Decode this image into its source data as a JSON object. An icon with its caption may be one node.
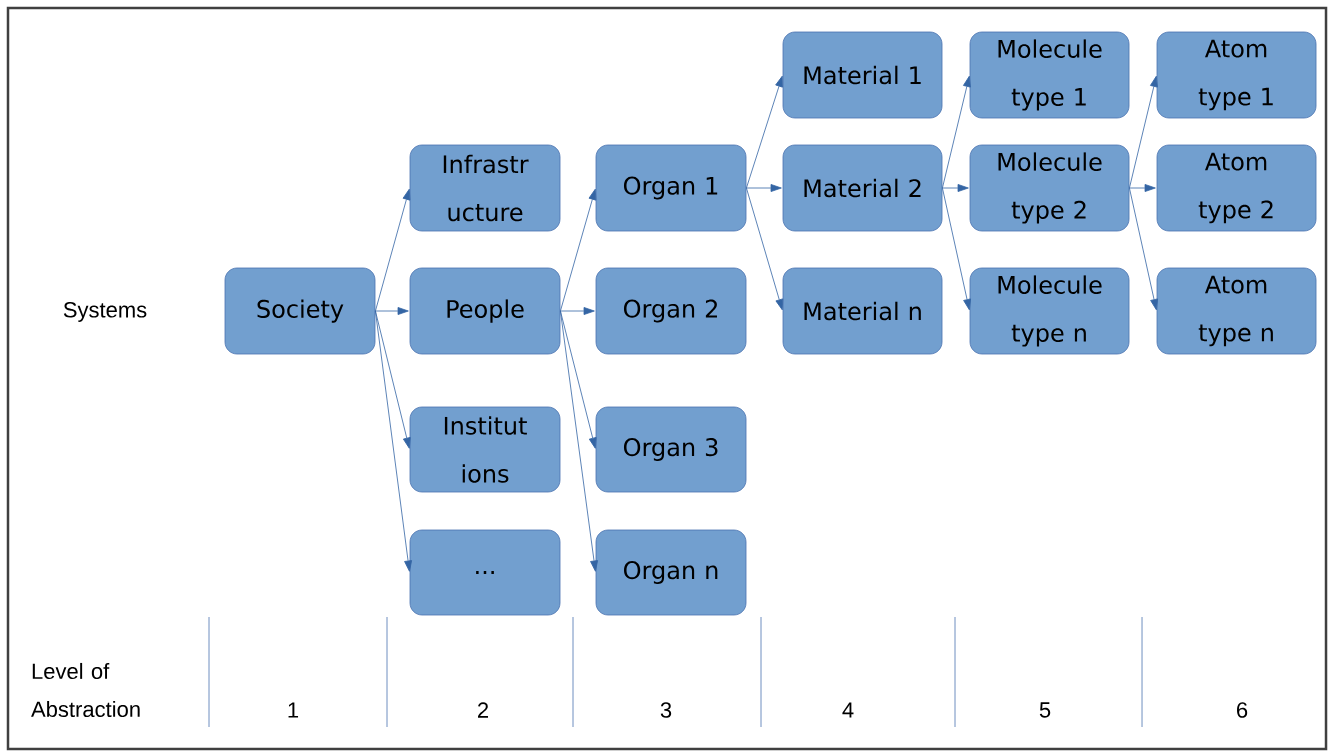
{
  "diagram": {
    "nodes": [
      {
        "text": [
          "Society"
        ]
      },
      {
        "text": [
          "Infrastr ucture"
        ]
      },
      {
        "text": [
          "People"
        ]
      },
      {
        "text": [
          "Institut ions"
        ]
      },
      {
        "text": [
          "..."
        ]
      },
      {
        "text": [
          "Organ 1"
        ]
      },
      {
        "text": [
          "Organ 2"
        ]
      },
      {
        "text": [
          "Organ 3"
        ]
      },
      {
        "text": [
          "Organ n"
        ]
      },
      {
        "text": [
          "Material 1"
        ]
      },
      {
        "text": [
          "Material 2"
        ]
      },
      {
        "text": [
          "Material n"
        ]
      },
      {
        "text": [
          "Molecule type 1"
        ]
      },
      {
        "text": [
          "Molecule type 2"
        ]
      },
      {
        "text": [
          "Molecule type n"
        ]
      },
      {
        "text": [
          "Atom type 1"
        ]
      },
      {
        "text": [
          "Atom type 2"
        ]
      },
      {
        "text": [
          "Atom type n"
        ]
      }
    ],
    "edges": [
      {
        "from": 0,
        "to": 1,
        "arrow": "to"
      },
      {
        "from": 0,
        "to": 2,
        "arrow": "to"
      },
      {
        "from": 0,
        "to": 3,
        "arrow": "to"
      },
      {
        "from": 0,
        "to": 4,
        "arrow": "to"
      },
      {
        "from": 2,
        "to": 5,
        "arrow": "to"
      },
      {
        "from": 2,
        "to": 6,
        "arrow": "to"
      },
      {
        "from": 2,
        "to": 7,
        "arrow": "to"
      },
      {
        "from": 2,
        "to": 8,
        "arrow": "to"
      },
      {
        "from": 5,
        "to": 9,
        "arrow": "to"
      },
      {
        "from": 5,
        "to": 10,
        "arrow": "to"
      },
      {
        "from": 5,
        "to": 11,
        "arrow": "to"
      },
      {
        "from": 10,
        "to": 12,
        "arrow": "to"
      },
      {
        "from": 10,
        "to": 13,
        "arrow": "to"
      },
      {
        "from": 10,
        "to": 14,
        "arrow": "to"
      },
      {
        "from": 13,
        "to": 15,
        "arrow": "to"
      },
      {
        "from": 13,
        "to": 16,
        "arrow": "to"
      },
      {
        "from": 13,
        "to": 17,
        "arrow": "to"
      }
    ],
    "labels": [
      "Systems",
      "Level of Abstraction",
      "1",
      "2",
      "3",
      "4",
      "5",
      "6"
    ]
  }
}
